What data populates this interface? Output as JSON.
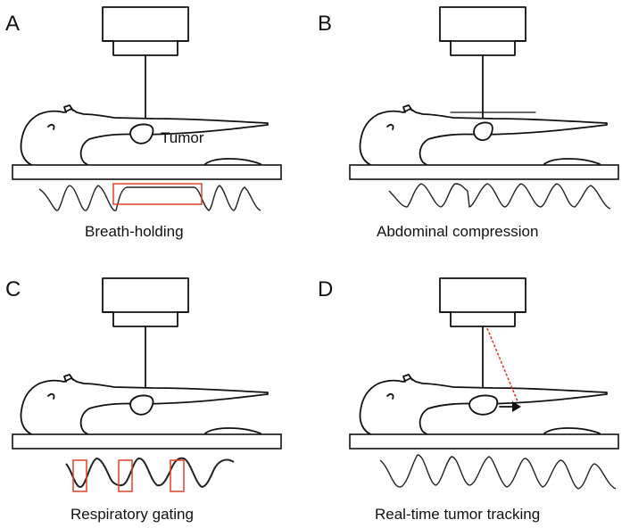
{
  "panels": [
    {
      "letter": "A",
      "caption": "Breath-holding",
      "tumor_label": "Tumor"
    },
    {
      "letter": "B",
      "caption": "Abdominal compression"
    },
    {
      "letter": "C",
      "caption": "Respiratory gating"
    },
    {
      "letter": "D",
      "caption": "Real-time tumor tracking"
    }
  ],
  "colors": {
    "line": "#111111",
    "highlight": "#e0402a",
    "background": "#ffffff"
  },
  "icons": [
    "linac-head-icon",
    "patient-outline-icon",
    "treatment-couch-icon",
    "tumor-icon",
    "breathing-waveform-icon",
    "motion-arrow-icon"
  ]
}
